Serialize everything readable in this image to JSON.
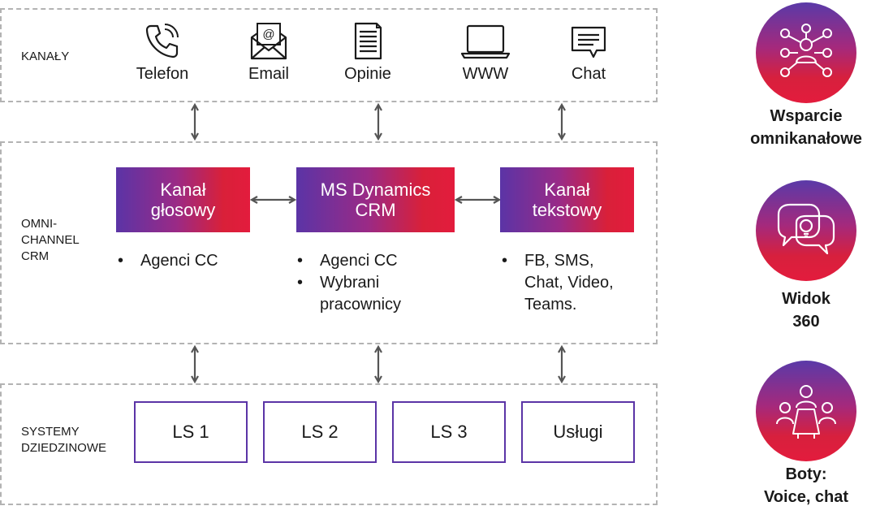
{
  "zones": {
    "channels": "KANAŁY",
    "omnichannel": "OMNI-\nCHANNEL\nCRM",
    "domain": "SYSTEMY\nDZIEDZINOWE"
  },
  "channels": [
    {
      "label": "Telefon",
      "icon": "phone-icon"
    },
    {
      "label": "Email",
      "icon": "envelope-icon"
    },
    {
      "label": "Opinie",
      "icon": "document-icon"
    },
    {
      "label": "WWW",
      "icon": "laptop-icon"
    },
    {
      "label": "Chat",
      "icon": "chat-icon"
    }
  ],
  "crm_boxes": [
    {
      "label": "Kanał\ngłosowy"
    },
    {
      "label": "MS Dynamics\nCRM"
    },
    {
      "label": "Kanał\ntekstowy"
    }
  ],
  "bullets": {
    "voice": [
      "Agenci CC"
    ],
    "dynamics": [
      "Agenci CC",
      "Wybrani\npracownicy"
    ],
    "text": [
      "FB, SMS,\nChat, Video,\nTeams."
    ]
  },
  "systems": [
    "LS 1",
    "LS 2",
    "LS 3",
    "Usługi"
  ],
  "features": [
    {
      "label": "Wsparcie\nomnikanałowe",
      "icon": "network-people-icon"
    },
    {
      "label": "Widok\n360",
      "icon": "lightbulb-chat-icon"
    },
    {
      "label": "Boty:\nVoice, chat",
      "icon": "meeting-bot-icon"
    }
  ],
  "colors": {
    "gradient_start": "#5b34a6",
    "gradient_end": "#e31c3d",
    "dashed_border": "#b3b3b3",
    "arrow": "#555555"
  }
}
